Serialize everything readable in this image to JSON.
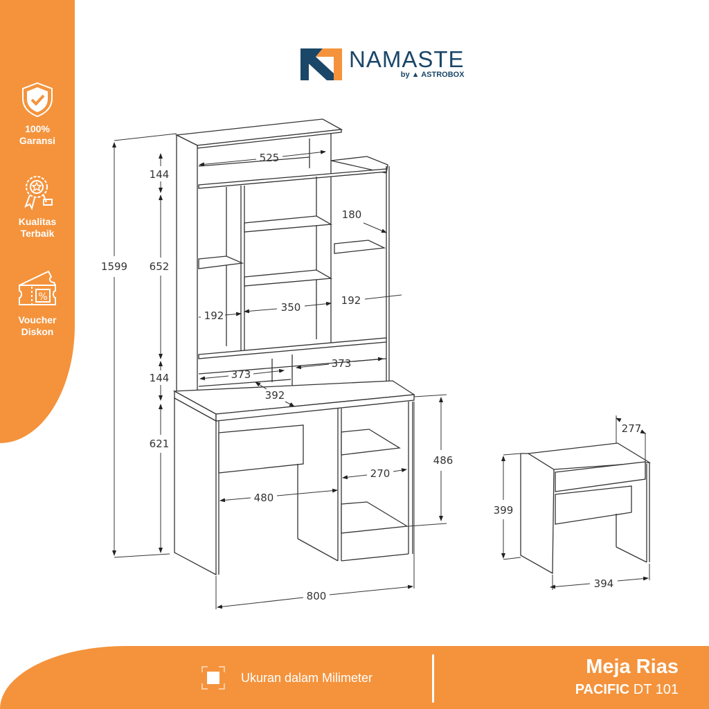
{
  "brand": {
    "name": "NAMASTE",
    "by": "by",
    "parent": "ASTROBOX"
  },
  "badges": [
    {
      "icon": "shield-check-icon",
      "label1": "100%",
      "label2": "Garansi"
    },
    {
      "icon": "award-ribbon-icon",
      "label1": "Kualitas",
      "label2": "Terbaik"
    },
    {
      "icon": "voucher-ticket-icon",
      "label1": "Voucher",
      "label2": "Diskon"
    }
  ],
  "drawing": {
    "dimensions": [
      "1599",
      "652",
      "144",
      "144",
      "525",
      "180",
      "192",
      "350",
      "192",
      "373",
      "373",
      "392",
      "621",
      "486",
      "270",
      "480",
      "800",
      "277",
      "399",
      "394"
    ]
  },
  "footer": {
    "note": "Ukuran dalam Milimeter",
    "title": "Meja Rias",
    "model_bold": "PACIFIC",
    "model_rest": "DT 101"
  },
  "colors": {
    "accent": "#f4933c",
    "brand_blue": "#1a4668",
    "brand_orange": "#f4933c"
  }
}
